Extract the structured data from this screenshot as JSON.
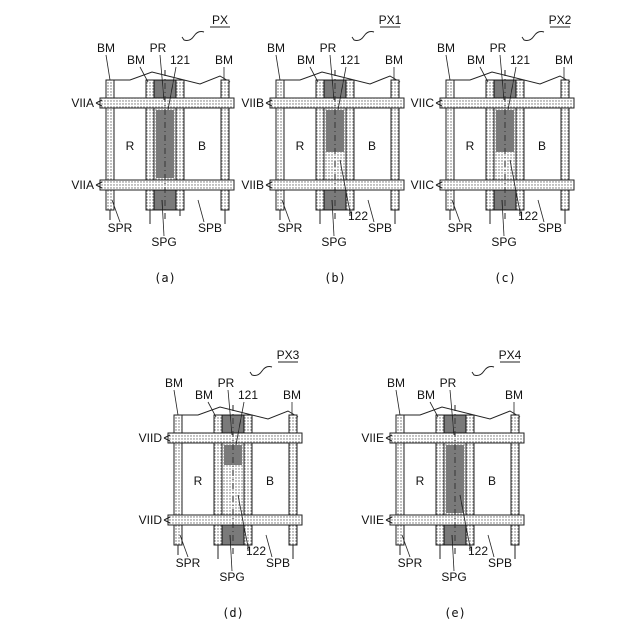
{
  "figures": [
    {
      "caption": "(a)",
      "title": "PX",
      "fill_type": "full",
      "labels": {
        "bm_left": "BM",
        "bm_mid": "BM",
        "bm_right": "BM",
        "pr": "PR",
        "n121": "121",
        "n122": "",
        "viia_top": "VIIA",
        "viia_bot": "VIIA",
        "cell_r": "R",
        "cell_b": "B",
        "spr": "SPR",
        "spg": "SPG",
        "spb": "SPB"
      }
    },
    {
      "caption": "(b)",
      "title": "PX1",
      "fill_type": "upper",
      "labels": {
        "bm_left": "BM",
        "bm_mid": "BM",
        "bm_right": "BM",
        "pr": "PR",
        "n121": "121",
        "n122": "122",
        "viia_top": "VIIB",
        "viia_bot": "VIIB",
        "cell_r": "R",
        "cell_b": "B",
        "spr": "SPR",
        "spg": "SPG",
        "spb": "SPB"
      }
    },
    {
      "caption": "(c)",
      "title": "PX2",
      "fill_type": "upper",
      "labels": {
        "bm_left": "BM",
        "bm_mid": "BM",
        "bm_right": "BM",
        "pr": "PR",
        "n121": "121",
        "n122": "122",
        "viia_top": "VIIC",
        "viia_bot": "VIIC",
        "cell_r": "R",
        "cell_b": "B",
        "spr": "SPR",
        "spg": "SPG",
        "spb": "SPB"
      }
    },
    {
      "caption": "(d)",
      "title": "PX3",
      "fill_type": "top",
      "labels": {
        "bm_left": "BM",
        "bm_mid": "BM",
        "bm_right": "BM",
        "pr": "PR",
        "n121": "121",
        "n122": "122",
        "viia_top": "VIID",
        "viia_bot": "VIID",
        "cell_r": "R",
        "cell_b": "B",
        "spr": "SPR",
        "spg": "SPG",
        "spb": "SPB"
      }
    },
    {
      "caption": "(e)",
      "title": "PX4",
      "fill_type": "full",
      "labels": {
        "bm_left": "BM",
        "bm_mid": "BM",
        "bm_right": "BM",
        "pr": "PR",
        "n121": "",
        "n122": "122",
        "viia_top": "VIIE",
        "viia_bot": "VIIE",
        "cell_r": "R",
        "cell_b": "B",
        "spr": "SPR",
        "spg": "SPG",
        "spb": "SPB"
      }
    }
  ],
  "colors": {
    "line": "#222222",
    "dot_fill": "#bdbdbd",
    "green_fill": "#9e9e9e"
  }
}
